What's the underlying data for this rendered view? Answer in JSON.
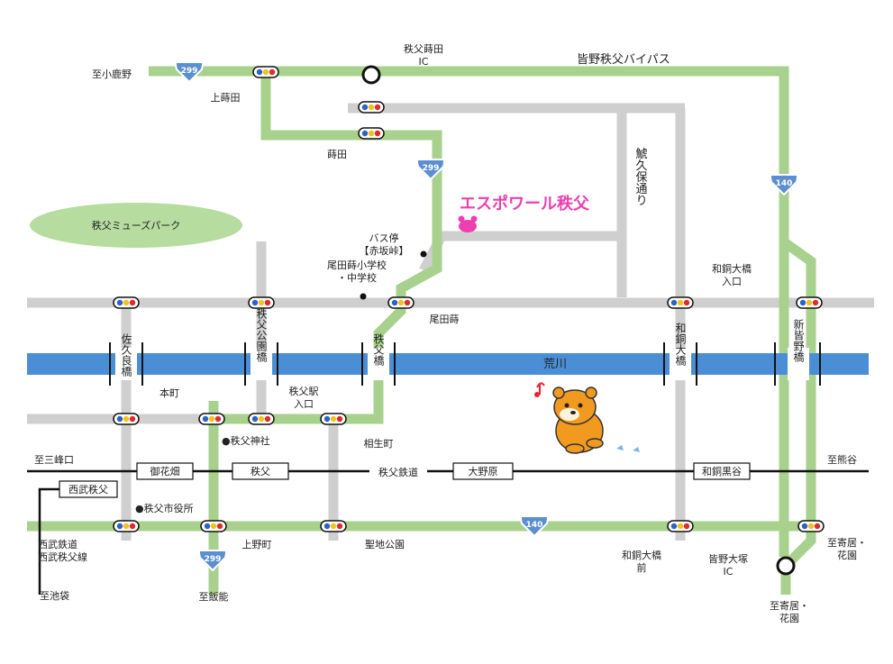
{
  "destination": {
    "name": "エスポワール秩父",
    "color": "#ee3fb0"
  },
  "colors": {
    "main_road": "#a8d18d",
    "minor_road": "#cfcfcf",
    "river": "#4a8fd6",
    "railway": "#111111",
    "park": "#b7dca0",
    "shield": "#5b8fd1"
  },
  "labels": {
    "to_koshika": "至小鹿野",
    "bypass": "皆野秩父バイパス",
    "ic_hanada": "秩父蒔田\nIC",
    "kamimakita": "上蒔田",
    "makita": "蒔田",
    "park": "秩父ミューズパーク",
    "bus_stop": "バス停\n【赤坂峠】",
    "school": "尾田蒔小学校\n・中学校",
    "odamaki": "尾田蒔",
    "wado_entrance": "和銅大橋\n入口",
    "kakubo": "鯱久保通り",
    "river": "荒川",
    "motomachi": "本町",
    "chichibu_jinja": "●秩父神社",
    "station_entrance": "秩父駅\n入口",
    "aioi": "相生町",
    "to_misaguchi": "至三峰口",
    "to_kumagaya": "至熊谷",
    "seibu_chichibu": "西武秩父",
    "seibu_line": "西武鉄道\n西武秩父線",
    "to_ikebukuro": "至池袋",
    "city_hall": "●秩父市役所",
    "uenomachi": "上野町",
    "seichi_koen": "聖地公園",
    "wado_mae": "和銅大橋\n前",
    "minano_ic": "皆野大塚\nIC",
    "to_yorii_right": "至寄居・\n花園",
    "to_yorii_bottom": "至寄居・\n花園",
    "to_hanno": "至飯能",
    "railway_name": "秩父鉄道"
  },
  "bridges": [
    "佐久良橋",
    "秩父公園橋",
    "秩父橋",
    "和銅大橋",
    "新皆野橋"
  ],
  "stations": [
    "御花畑",
    "秩父",
    "大野原",
    "和銅黒谷"
  ],
  "routes": [
    "299",
    "299",
    "299",
    "140",
    "140"
  ]
}
